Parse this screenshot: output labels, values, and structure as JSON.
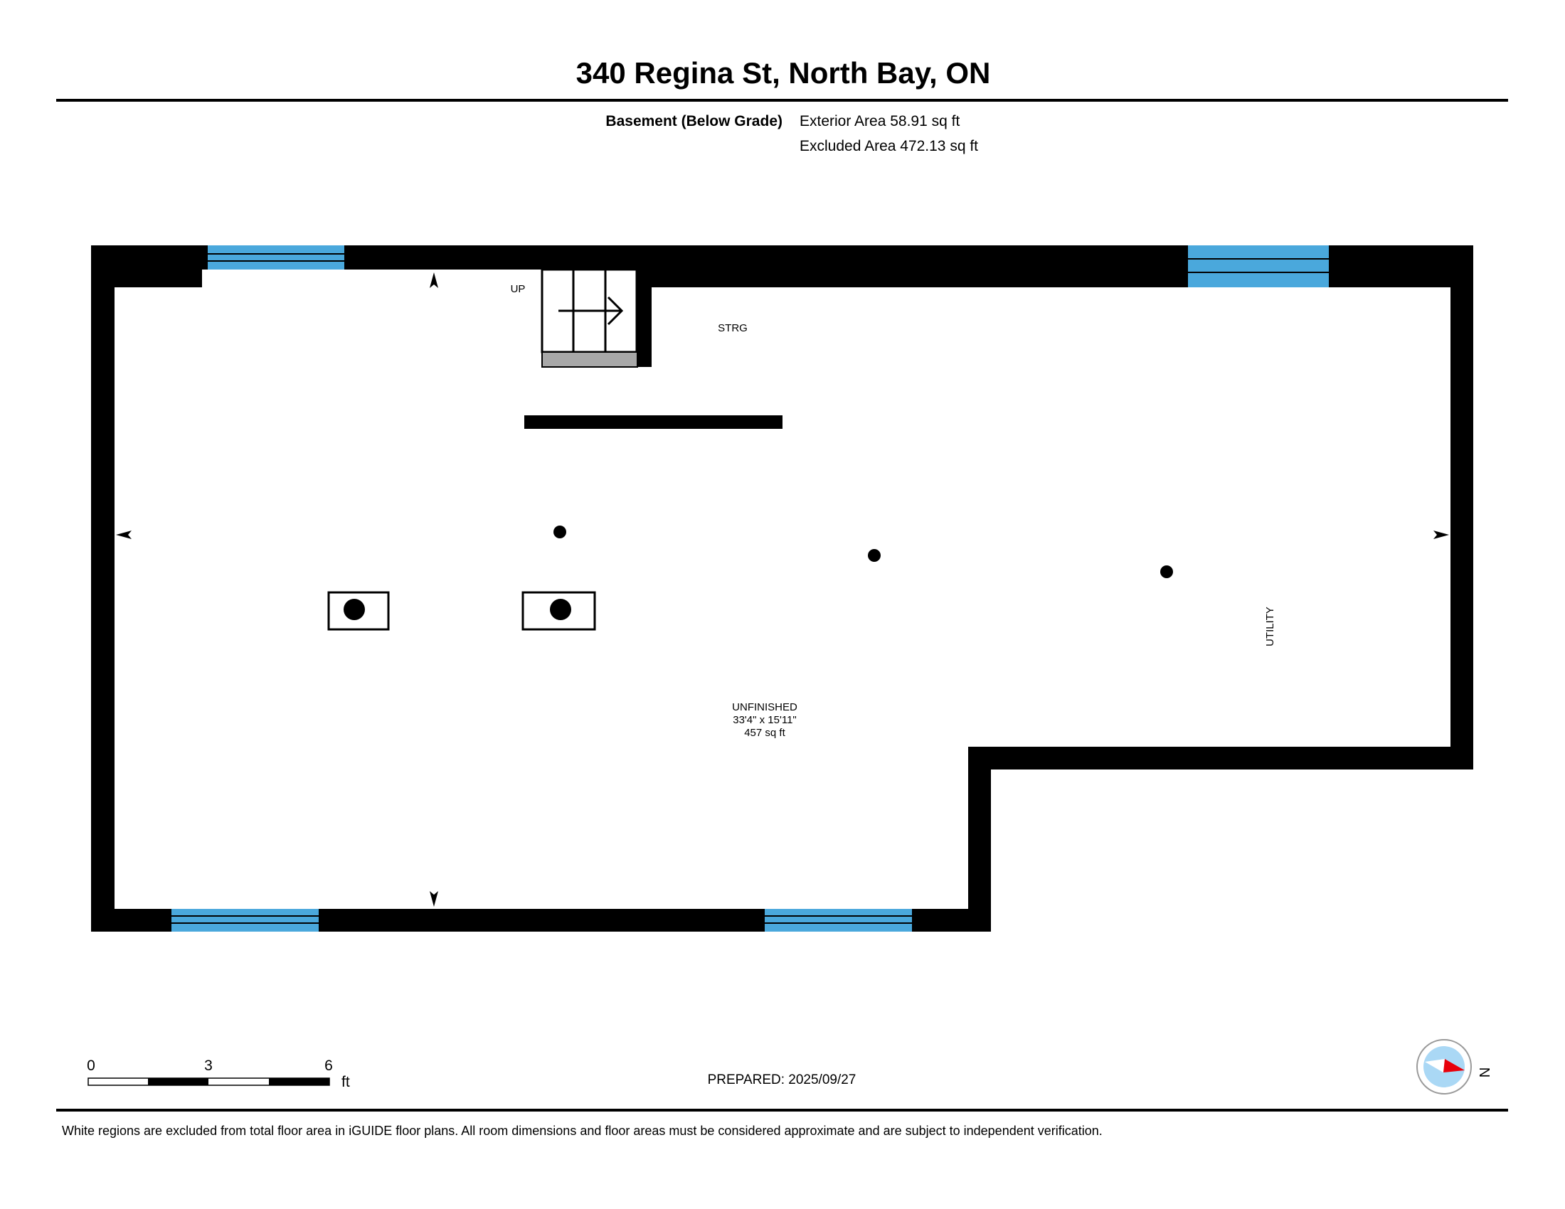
{
  "header": {
    "title": "340 Regina St, North Bay, ON",
    "floor_label": "Basement (Below Grade)",
    "exterior_area": "Exterior Area 58.91 sq ft",
    "excluded_area": "Excluded Area 472.13 sq ft"
  },
  "plan": {
    "rooms": {
      "up": "UP",
      "storage": "STRG",
      "unfinished_name": "UNFINISHED",
      "unfinished_dims": "33'4\" x 15'11\"",
      "unfinished_area": "457 sq ft",
      "utility": "UTILITY"
    },
    "colors": {
      "wall": "#000000",
      "window": "#4aa8dc",
      "landing": "#a8a8a8",
      "compass_bg": "#aad8f5",
      "compass_needle": "#e8000b"
    }
  },
  "scale_bar": {
    "ticks": [
      "0",
      "3",
      "6"
    ],
    "unit": "ft"
  },
  "footer": {
    "prepared": "PREPARED: 2025/09/27",
    "compass_label": "N",
    "disclaimer": "White regions are excluded from total floor area in iGUIDE floor plans. All room dimensions and floor areas must be considered approximate and are subject to independent verification."
  }
}
